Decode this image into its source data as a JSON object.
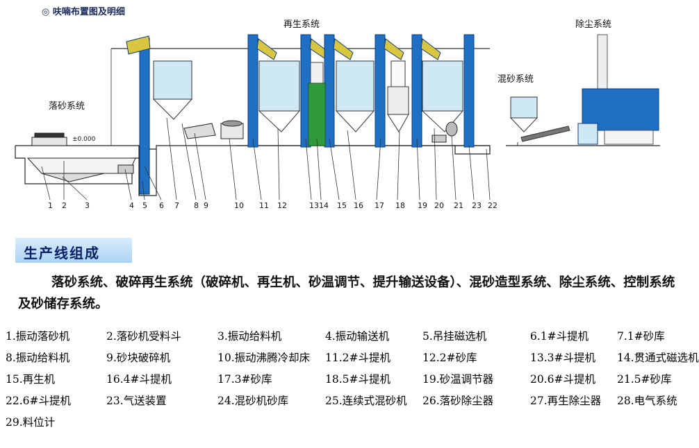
{
  "header": {
    "title": "◎ 呋喃布置图及明细"
  },
  "diagram": {
    "system_labels": {
      "regen": "再生系统",
      "dust": "除尘系统",
      "mix": "混砂系统",
      "shakeout": "落砂系统"
    },
    "level_mark": "±0.000",
    "callout_numbers": [
      "1",
      "2",
      "3",
      "4",
      "5",
      "6",
      "7",
      "8",
      "9",
      "10",
      "11",
      "12",
      "13",
      "14",
      "15",
      "16",
      "17",
      "18",
      "19",
      "20",
      "21",
      "23",
      "22"
    ],
    "colors": {
      "elevator": "#1f6fc4",
      "machine_green": "#2e9a3a",
      "hopper": "#cfe8f6",
      "line": "#222222"
    }
  },
  "section": {
    "title": "生产线组成",
    "summary": "落砂系统、破碎再生系统（破碎机、再生机、砂温调节、提升输送设备）、混砂造型系统、除尘系统、控制系统及砂储存系统。"
  },
  "legend": {
    "rows": [
      [
        "1.振动落砂机",
        "2.落砂机受料斗",
        "3.振动给料机",
        "4.振动输送机",
        "5.吊挂磁选机",
        "6.1#斗提机",
        "7.1#砂库"
      ],
      [
        "8.振动给料机",
        "9.砂块破碎机",
        "10.振动沸腾冷却床",
        "11.2#斗提机",
        "12.2#砂库",
        "13.3#斗提机",
        "14.贯通式磁选机"
      ],
      [
        "15.再生机",
        "16.4#斗提机",
        "17.3#砂库",
        "18.5#斗提机",
        "19.砂温调节器",
        "20.6#斗提机",
        "21.5#砂库"
      ],
      [
        "22.6#斗提机",
        "23.气送装置",
        "24.混砂机砂库",
        "25.连续式混砂机",
        "26.落砂除尘器",
        "27.再生除尘器",
        "28.电气系统"
      ],
      [
        "29.料位计"
      ]
    ]
  }
}
